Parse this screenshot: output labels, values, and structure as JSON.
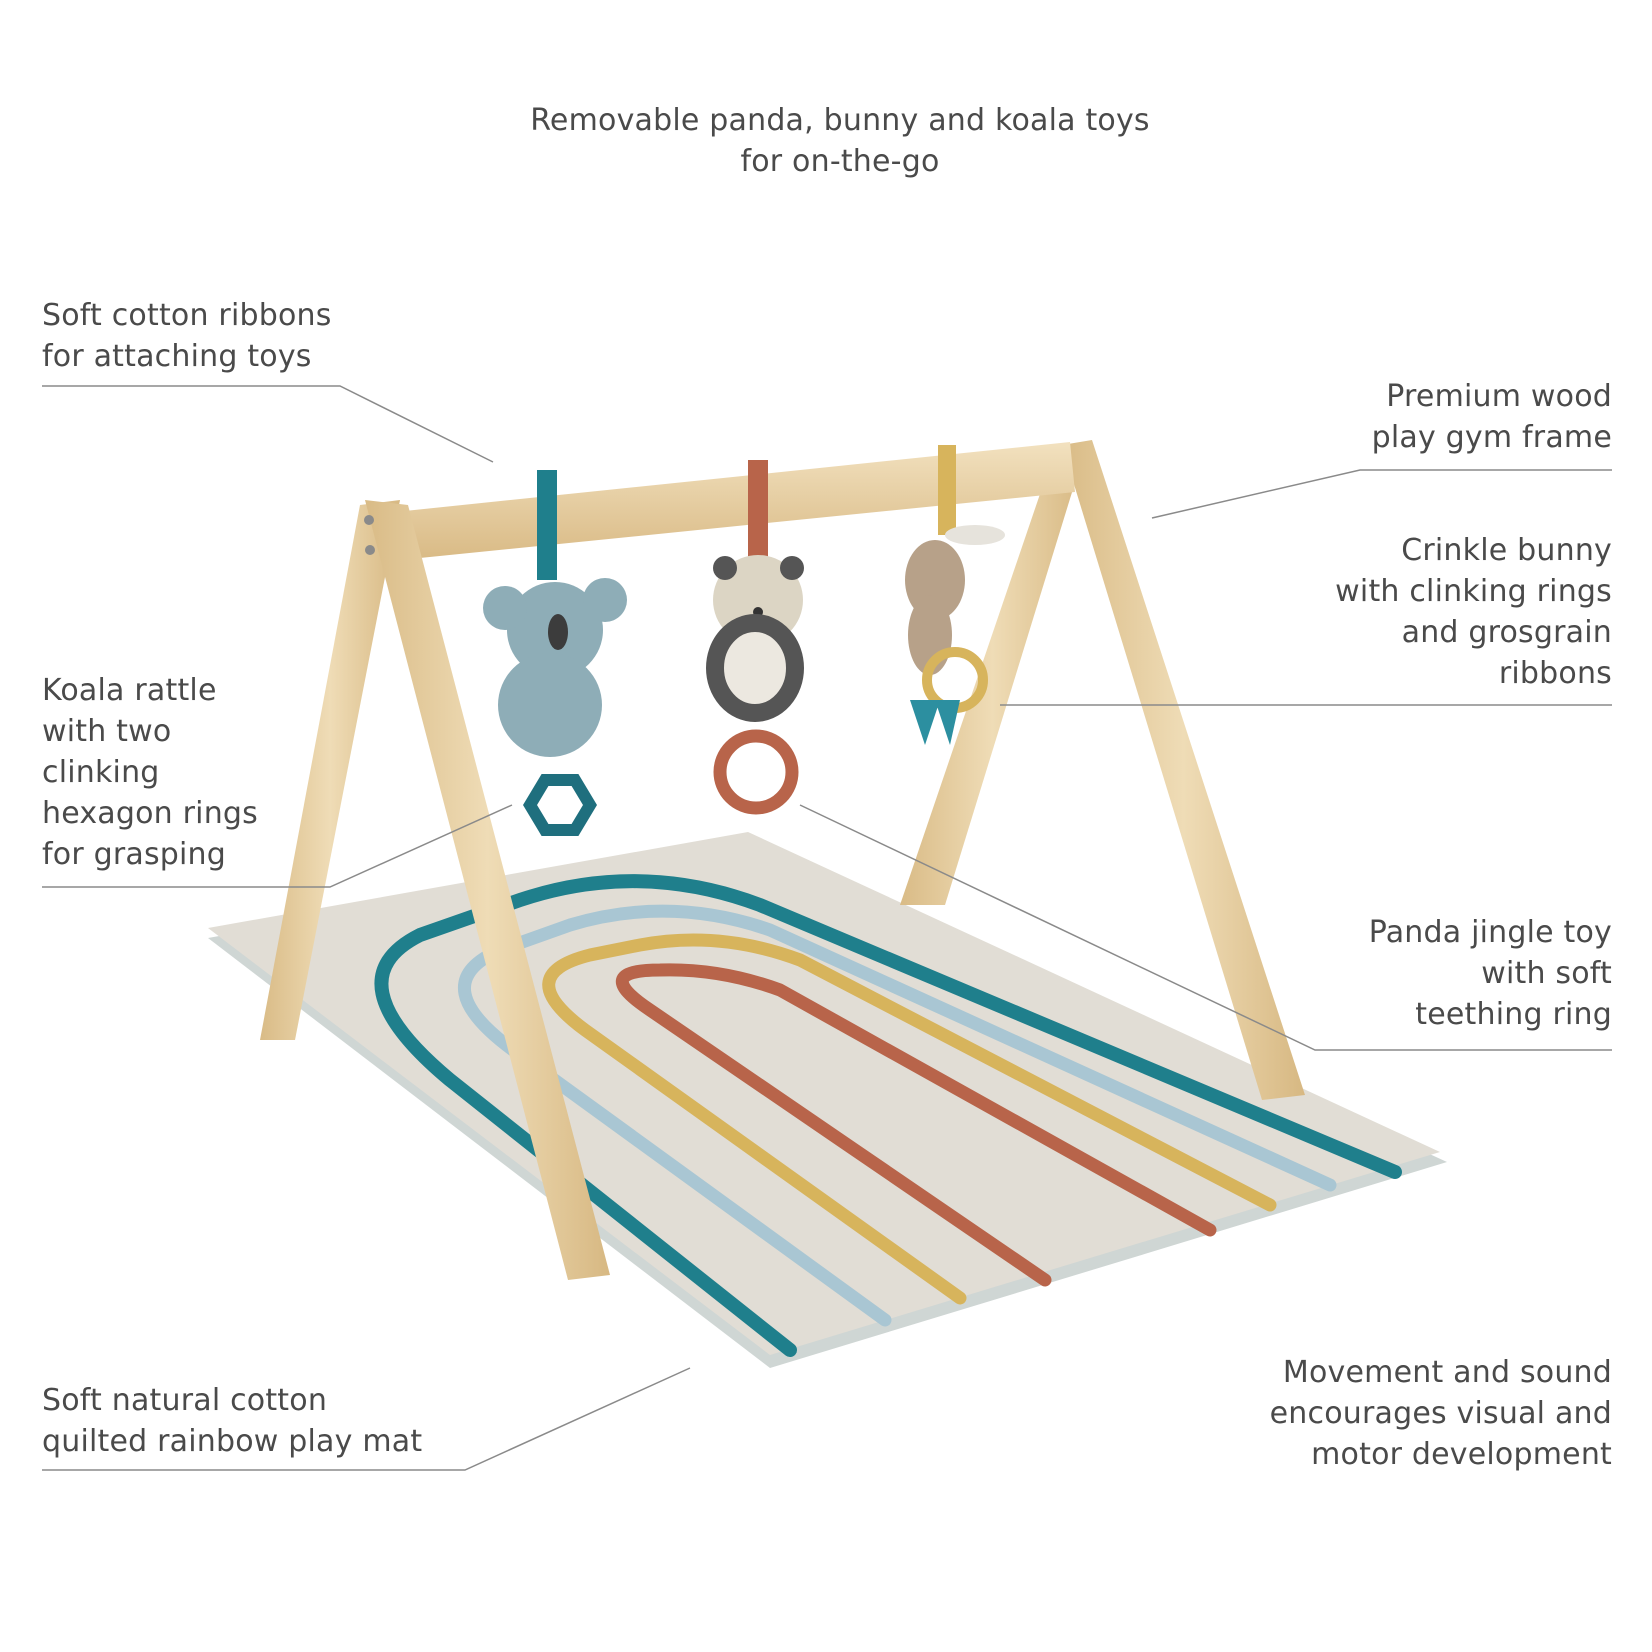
{
  "callouts": {
    "top": {
      "lines": [
        "Removable panda, bunny and koala toys",
        "for on-the-go"
      ]
    },
    "ribbons": {
      "lines": [
        "Soft cotton ribbons",
        "for attaching toys"
      ]
    },
    "frame": {
      "lines": [
        "Premium wood",
        "play gym frame"
      ]
    },
    "bunny": {
      "lines": [
        "Crinkle bunny",
        "with clinking rings",
        "and grosgrain",
        "ribbons"
      ]
    },
    "koala": {
      "lines": [
        "Koala rattle",
        "with two",
        "clinking",
        "hexagon rings",
        "for grasping"
      ]
    },
    "panda": {
      "lines": [
        "Panda jingle toy",
        "with soft",
        "teething ring"
      ]
    },
    "mat": {
      "lines": [
        "Soft natural cotton",
        "quilted rainbow play mat"
      ]
    },
    "movement": {
      "lines": [
        "Movement and sound",
        "encourages visual and",
        "motor development"
      ]
    }
  },
  "colors": {
    "text": "#4a4a4a",
    "leader_line": "#8a8a8a",
    "wood": "#e8cf9f",
    "mat": "#dcd8d0",
    "teal": "#1f7f8c",
    "light_blue": "#a9c6d3",
    "mustard": "#d7b45c",
    "terracotta": "#b8644a",
    "koala": "#8eadb7",
    "panda_dark": "#555555",
    "bunny": "#b7a189"
  }
}
